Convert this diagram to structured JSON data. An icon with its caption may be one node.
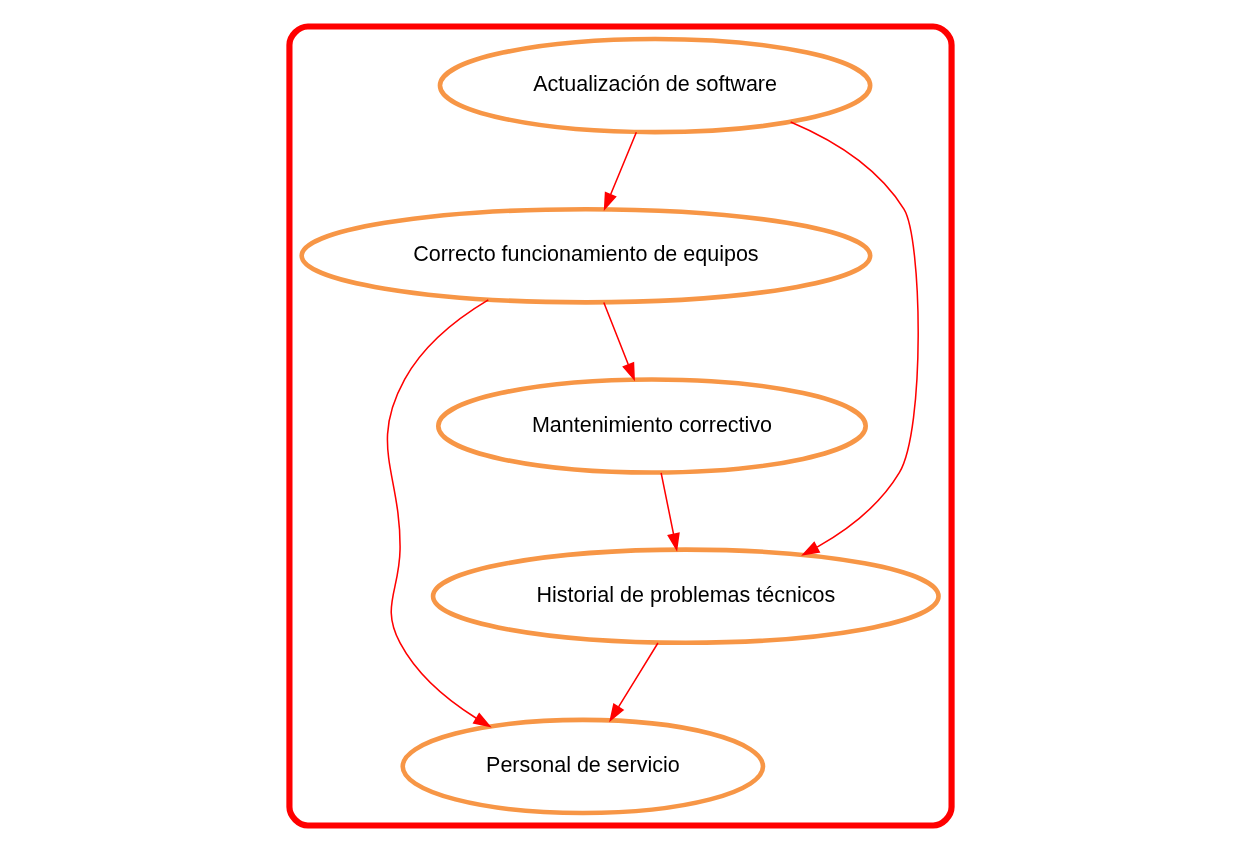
{
  "diagram": {
    "nodes": [
      {
        "text": [],
        "shape": "cloud"
      },
      {
        "text": [
          "Correcto funcionamiento de equipos"
        ],
        "in": 0
      },
      {
        "text": [
          "Mantenimiento correctivo"
        ],
        "in": 0
      },
      {
        "text": [
          "Actualización de software"
        ],
        "in": 0
      },
      {
        "text": [
          "Personal de servicio"
        ],
        "in": 0
      },
      {
        "text": [
          "Historial de problemas técnicos"
        ],
        "in": 0
      }
    ],
    "edges": [
      {
        "from": 3,
        "to": 1,
        "arrow": "to"
      },
      {
        "from": 1,
        "to": 2,
        "arrow": "to"
      },
      {
        "from": 1,
        "to": 4,
        "arrow": "to"
      },
      {
        "from": 3,
        "to": 5,
        "arrow": "to"
      },
      {
        "from": 2,
        "to": 5,
        "arrow": "to"
      },
      {
        "from": 5,
        "to": 4,
        "arrow": "to"
      }
    ]
  }
}
